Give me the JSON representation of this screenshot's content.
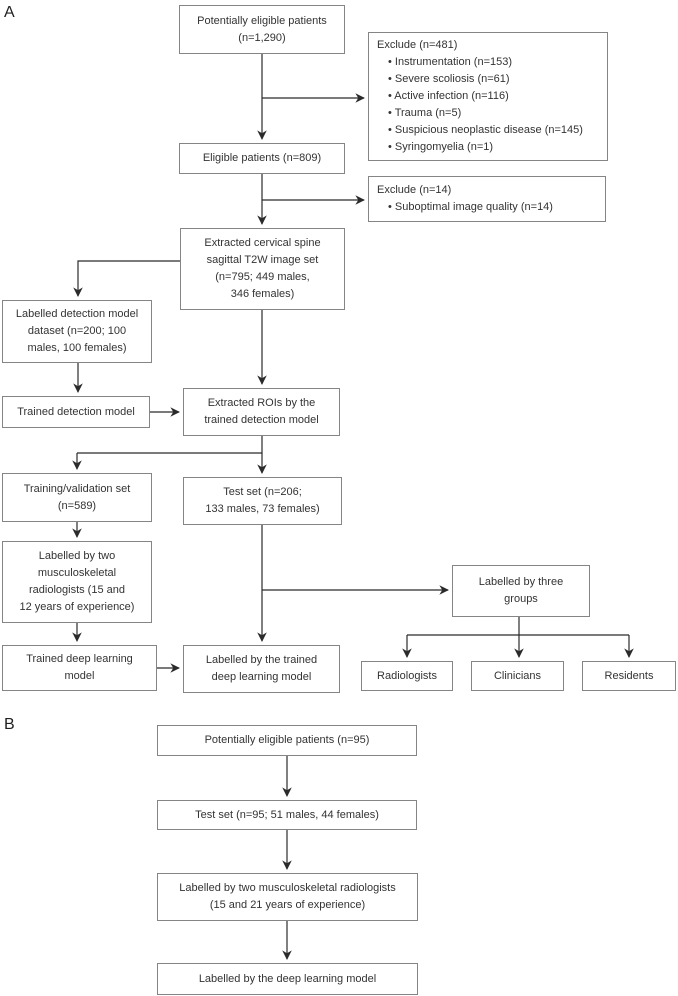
{
  "colors": {
    "box_border": "#858585",
    "arrow": "#2b2b2b",
    "text": "#333333",
    "background": "#ffffff"
  },
  "panelA": {
    "label": "A",
    "nodes": {
      "potential": {
        "lines": [
          "Potentially eligible patients",
          "(n=1,290)"
        ]
      },
      "exclude1": {
        "title": "Exclude (n=481)",
        "items": [
          "• Instrumentation (n=153)",
          "• Severe scoliosis (n=61)",
          "• Active infection (n=116)",
          "• Trauma (n=5)",
          "• Suspicious neoplastic disease (n=145)",
          "• Syringomyelia (n=1)"
        ]
      },
      "eligible": {
        "lines": [
          "Eligible patients (n=809)"
        ]
      },
      "exclude2": {
        "title": "Exclude (n=14)",
        "items": [
          "• Suboptimal image quality (n=14)"
        ]
      },
      "extracted": {
        "lines": [
          "Extracted cervical spine",
          "sagittal T2W image set",
          "(n=795; 449 males,",
          "346 females)"
        ]
      },
      "labelledDetection": {
        "lines": [
          "Labelled detection model",
          "dataset (n=200; 100",
          "males, 100 females)"
        ]
      },
      "trainedDetection": {
        "lines": [
          "Trained detection model"
        ]
      },
      "extractedRois": {
        "lines": [
          "Extracted ROIs by the",
          "trained detection model"
        ]
      },
      "trainingValidation": {
        "lines": [
          "Training/validation set",
          "(n=589)"
        ]
      },
      "testSet": {
        "lines": [
          "Test set (n=206;",
          "133 males, 73 females)"
        ]
      },
      "labelledTwo": {
        "lines": [
          "Labelled by two",
          "musculoskeletal",
          "radiologists (15 and",
          "12 years of experience)"
        ]
      },
      "trainedDl": {
        "lines": [
          "Trained deep learning",
          "model"
        ]
      },
      "labelledTrainedDl": {
        "lines": [
          "Labelled by the trained",
          "deep learning model"
        ]
      },
      "labelledThree": {
        "lines": [
          "Labelled by three",
          "groups"
        ]
      },
      "radiologists": {
        "lines": [
          "Radiologists"
        ]
      },
      "clinicians": {
        "lines": [
          "Clinicians"
        ]
      },
      "residents": {
        "lines": [
          "Residents"
        ]
      }
    }
  },
  "panelB": {
    "label": "B",
    "nodes": {
      "potential": {
        "lines": [
          "Potentially eligible patients (n=95)"
        ]
      },
      "testSet": {
        "lines": [
          "Test set (n=95; 51 males, 44 females)"
        ]
      },
      "labelledTwo": {
        "lines": [
          "Labelled by two musculoskeletal radiologists",
          "(15 and 21 years of experience)"
        ]
      },
      "labelledDl": {
        "lines": [
          "Labelled by the deep learning model"
        ]
      }
    }
  }
}
